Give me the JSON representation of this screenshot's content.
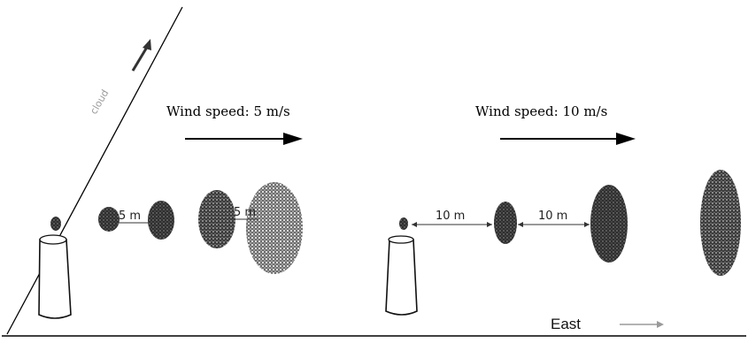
{
  "left_panel": {
    "wind_label": "Wind speed: 5 m/s",
    "gap_label_1": "5 m",
    "gap_label_2": "5 m"
  },
  "right_panel": {
    "wind_label": "Wind speed: 10 m/s",
    "gap_label_1": "10 m",
    "gap_label_2": "10 m"
  },
  "slope_label": "cloud",
  "east_label": "East",
  "colors": {
    "ink": "#000000",
    "puff": "#3a3a3a",
    "faint": "#9a9a9a"
  }
}
